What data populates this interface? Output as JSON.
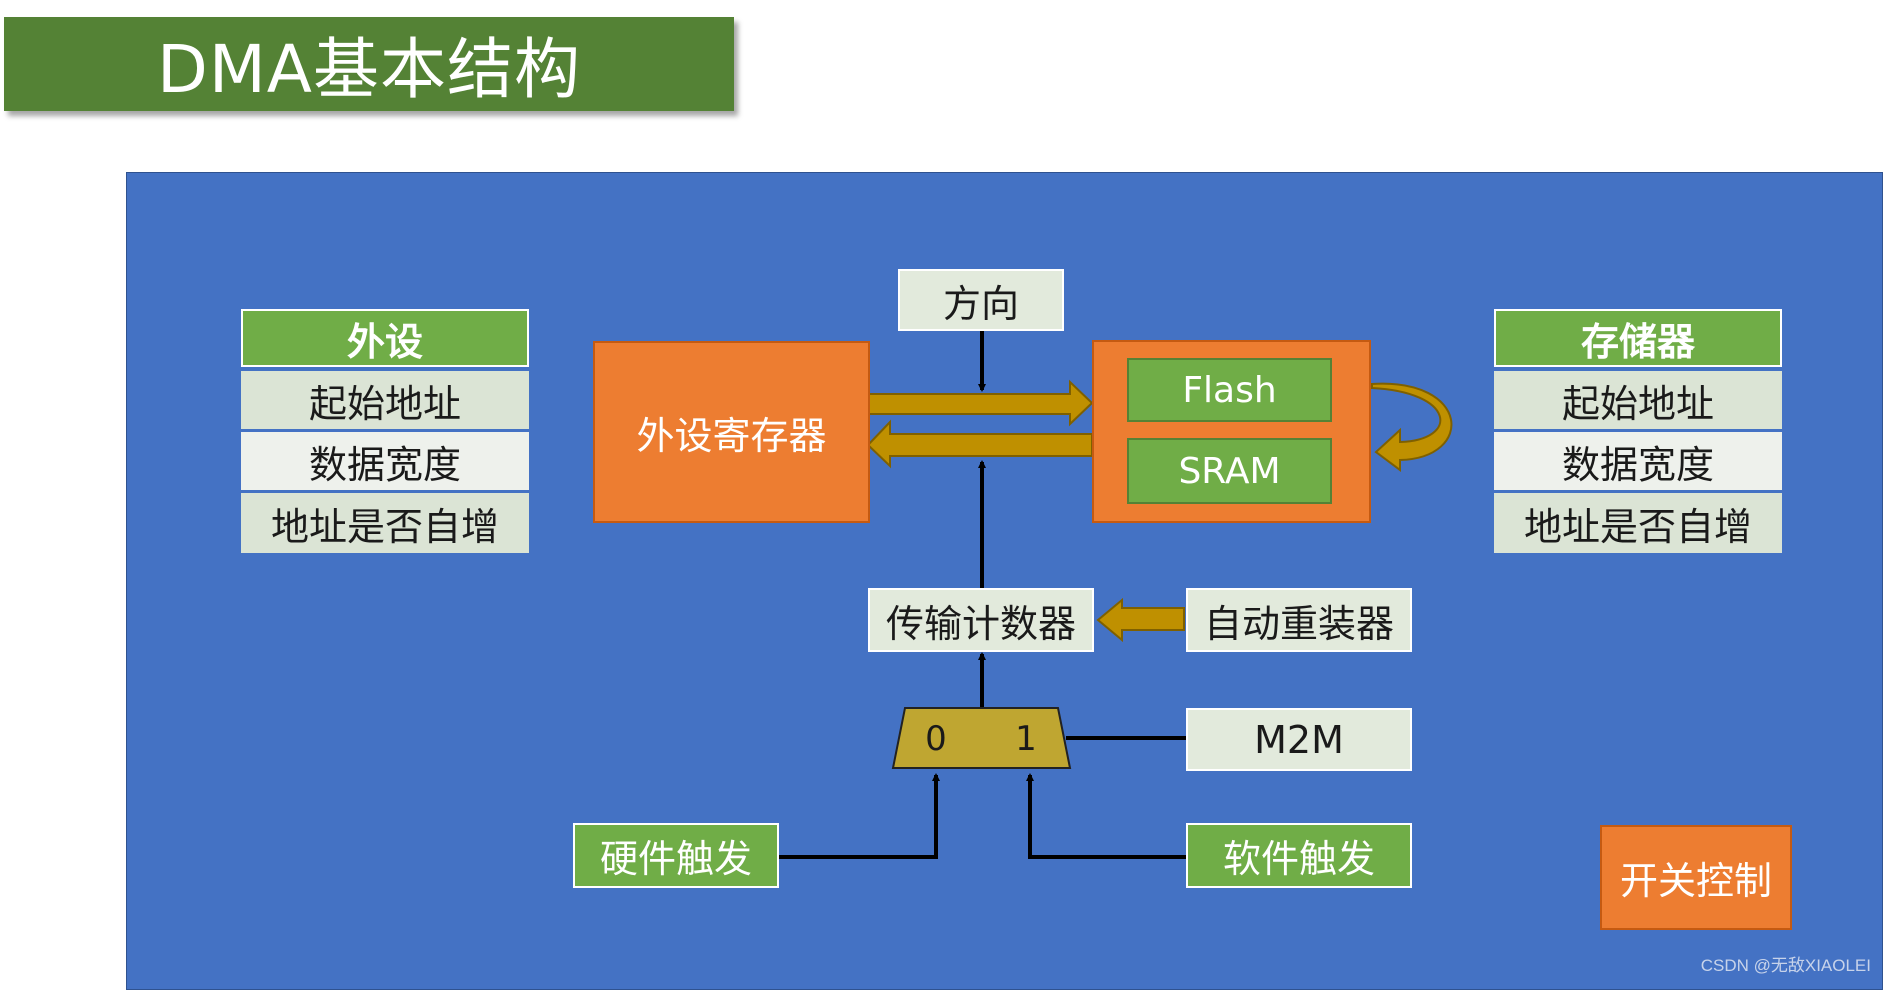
{
  "title": "DMA基本结构",
  "peripheral_table": {
    "header": "外设",
    "rows": [
      "起始地址",
      "数据宽度",
      "地址是否自增"
    ]
  },
  "memory_table": {
    "header": "存储器",
    "rows": [
      "起始地址",
      "数据宽度",
      "地址是否自增"
    ]
  },
  "blocks": {
    "peripheral_register": "外设寄存器",
    "direction": "方向",
    "flash": "Flash",
    "sram": "SRAM",
    "transfer_counter": "传输计数器",
    "auto_reload": "自动重装器",
    "mux_in0": "0",
    "mux_in1": "1",
    "m2m": "M2M",
    "hardware_trigger": "硬件触发",
    "software_trigger": "软件触发",
    "switch_control": "开关控制"
  },
  "colors": {
    "title_bg": "#548235",
    "panel_bg": "#4472c4",
    "orange": "#ed7d31",
    "green": "#70ad47",
    "arrow_gold": "#bf9000",
    "mux": "#bfa631"
  },
  "watermark": "CSDN @无敌XIAOLEI"
}
